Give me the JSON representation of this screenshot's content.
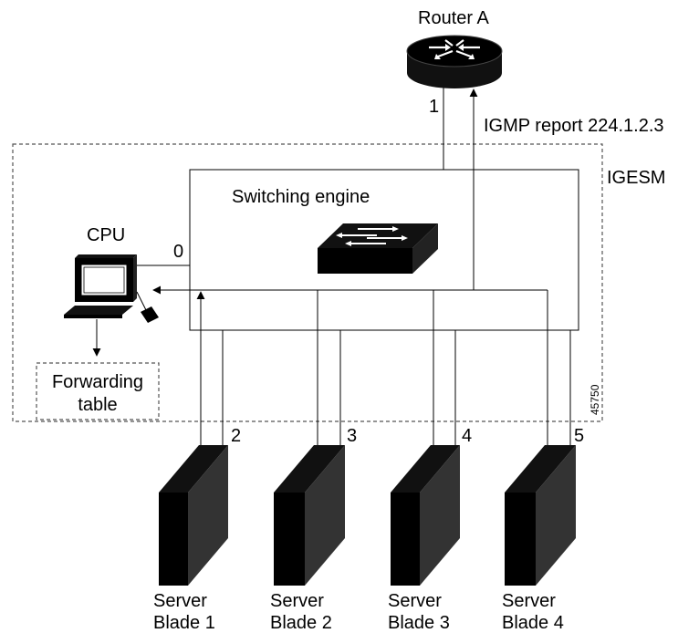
{
  "router": {
    "label": "Router A",
    "port": "1"
  },
  "igmp_report": "IGMP report 224.1.2.3",
  "switch_box": {
    "label": "IGESM"
  },
  "switching_engine": {
    "label": "Switching engine"
  },
  "cpu": {
    "label": "CPU",
    "port": "0"
  },
  "forwarding_table": {
    "line1": "Forwarding",
    "line2": "table"
  },
  "figure_id": "45750",
  "blades": [
    {
      "port": "2",
      "line1": "Server",
      "line2": "Blade 1"
    },
    {
      "port": "3",
      "line1": "Server",
      "line2": "Blade 2"
    },
    {
      "port": "4",
      "line1": "Server",
      "line2": "Blade 3"
    },
    {
      "port": "5",
      "line1": "Server",
      "line2": "Blade 4"
    }
  ]
}
